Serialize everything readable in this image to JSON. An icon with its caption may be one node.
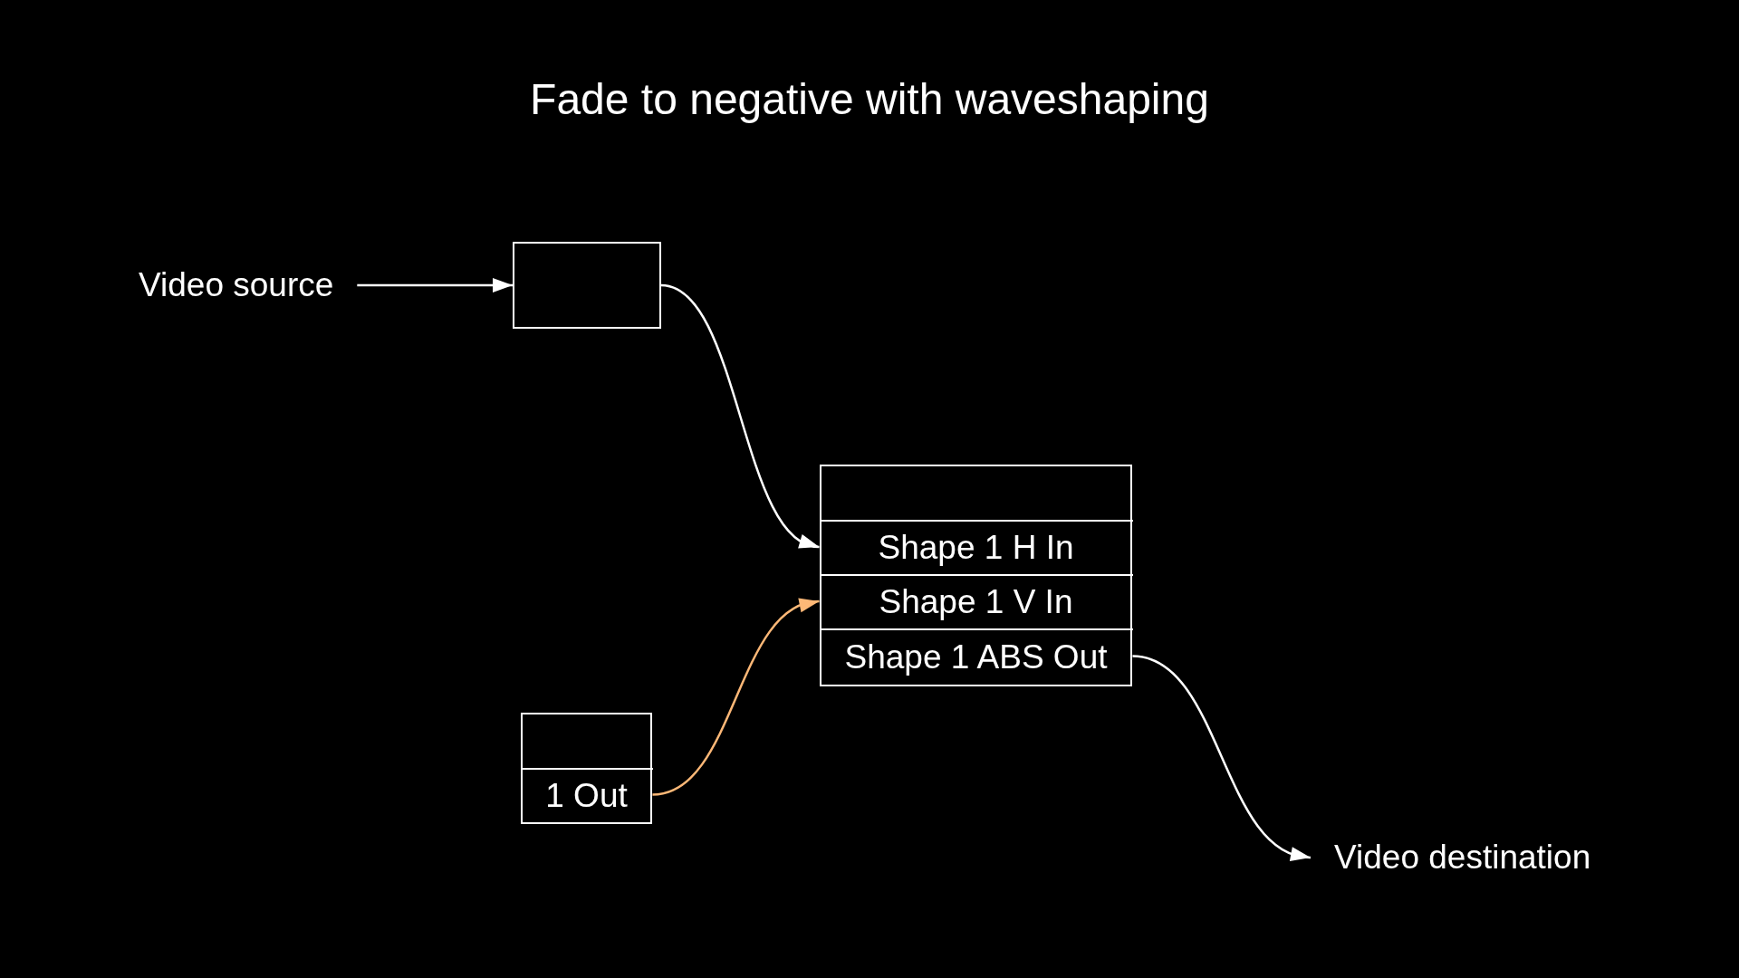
{
  "diagram": {
    "title": "Fade to negative with waveshaping",
    "nodes": [
      {
        "text": [
          "Video source"
        ]
      },
      {
        "text": [],
        "shape": "box"
      },
      {
        "text": [],
        "shape": "box"
      },
      {
        "text": [
          "Shape 1 H In"
        ],
        "in": 2
      },
      {
        "text": [
          "Shape 1 V In"
        ],
        "in": 2
      },
      {
        "text": [
          "Shape 1 ABS Out"
        ],
        "in": 2
      },
      {
        "text": [],
        "shape": "box"
      },
      {
        "text": [
          "1 Out"
        ],
        "in": 6
      },
      {
        "text": [
          "Video destination"
        ]
      }
    ],
    "edges": [
      {
        "from": 0,
        "to": 1,
        "arrow": "to"
      },
      {
        "from": 1,
        "to": 3,
        "arrow": "to"
      },
      {
        "from": 7,
        "to": 4,
        "arrow": "to",
        "color": "#fdb877"
      },
      {
        "from": 5,
        "to": 8,
        "arrow": "to"
      }
    ]
  }
}
